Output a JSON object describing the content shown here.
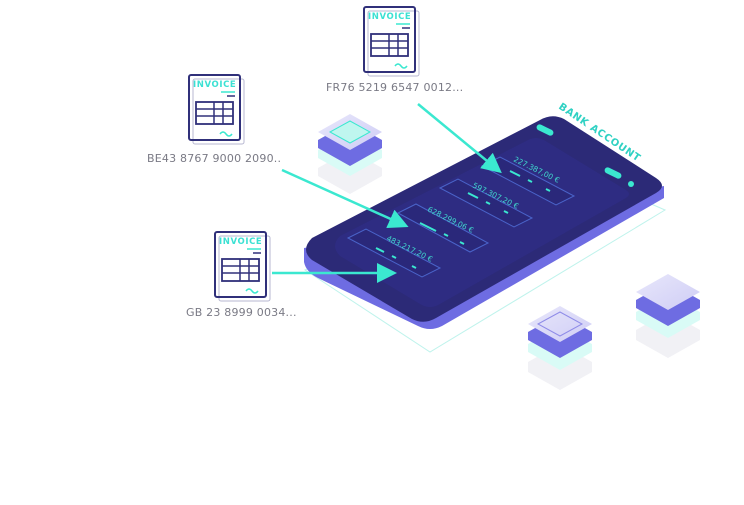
{
  "colors": {
    "accent": "#3be8d0",
    "phone_body": "#2f2d7c",
    "phone_edge": "#6f6ce0",
    "invoice_stroke": "#30307a"
  },
  "invoices": [
    {
      "title": "INVOICE",
      "iban": "FR76 5219 6547 0012..."
    },
    {
      "title": "INVOICE",
      "iban": "BE43 8767 9000 2090.."
    },
    {
      "title": "INVOICE",
      "iban": "GB 23 8999 0034..."
    }
  ],
  "phone": {
    "label": "BANK ACCOUNT",
    "transactions": [
      {
        "amount": "227.387,00 €"
      },
      {
        "amount": "597.307,20 €"
      },
      {
        "amount": "628.299,06 €"
      },
      {
        "amount": "483.217,20 €"
      }
    ]
  }
}
